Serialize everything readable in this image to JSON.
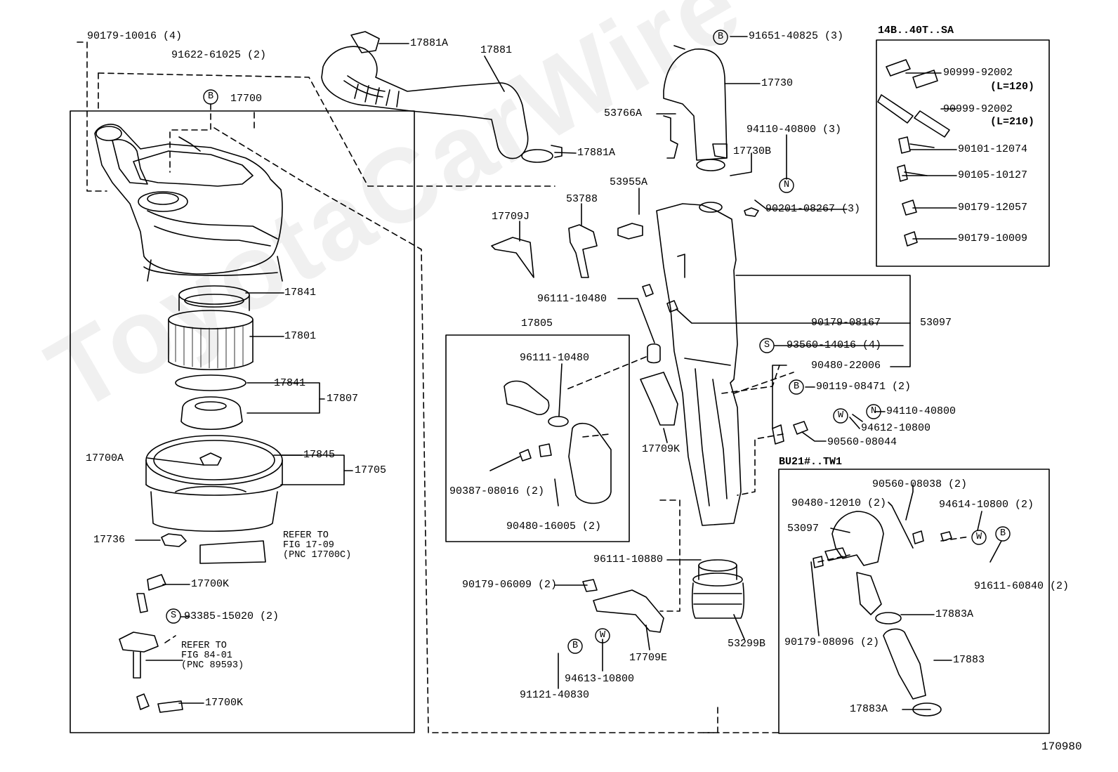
{
  "diagram_id": "170980",
  "watermark": "ToyotaCarWire",
  "boxes": {
    "variant_a": "14B..40T..SA",
    "variant_b": "BU21#..TW1"
  },
  "labels": {
    "p90179_10016": "90179-10016 (4)",
    "p91622_61025": "91622-61025 (2)",
    "p17700": "17700",
    "p17881A_top": "17881A",
    "p17881": "17881",
    "p17881A_bot": "17881A",
    "p91651_40825": "91651-40825 (3)",
    "p17730": "17730",
    "p53766A": "53766A",
    "p94110_40800_3": "94110-40800 (3)",
    "p17730B": "17730B",
    "p90201_08267": "90201-08267 (3)",
    "p53955A": "53955A",
    "p53788": "53788",
    "p17709J": "17709J",
    "p96111_10480_a": "96111-10480",
    "p90179_08167": "90179-08167",
    "p53097_a": "53097",
    "p93560_14016": "93560-14016 (4)",
    "p90480_22006": "90480-22006",
    "p90119_08471": "90119-08471 (2)",
    "p94110_40800": "94110-40800",
    "p94612_10800": "94612-10800",
    "p90560_08044": "90560-08044",
    "p17805": "17805",
    "p96111_10480_b": "96111-10480",
    "p17709K": "17709K",
    "p90387_08016": "90387-08016 (2)",
    "p90480_16005": "90480-16005 (2)",
    "p17841_a": "17841",
    "p17801": "17801",
    "p17841_b": "17841",
    "p17807": "17807",
    "p17845": "17845",
    "p17700A": "17700A",
    "p17705": "17705",
    "p17736": "17736",
    "refer_1": "REFER TO\nFIG 17-09\n(PNC 17700C)",
    "p17700K_a": "17700K",
    "p93385_15020": "93385-15020 (2)",
    "refer_2": "REFER TO\nFIG 84-01\n(PNC 89593)",
    "p17700K_b": "17700K",
    "p96111_10880": "96111-10880",
    "p90179_06009": "90179-06009 (2)",
    "p17709E": "17709E",
    "p94613_10800": "94613-10800",
    "p91121_40830": "91121-40830",
    "p53299B": "53299B",
    "p90999_92002_a": "90999-92002",
    "l120": "(L=120)",
    "p90999_92002_b": "90999-92002",
    "l210": "(L=210)",
    "p90101_12074": "90101-12074",
    "p90105_10127": "90105-10127",
    "p90179_12057": "90179-12057",
    "p90179_10009": "90179-10009",
    "p90560_08038": "90560-08038 (2)",
    "p90480_12010": "90480-12010 (2)",
    "p94614_10800": "94614-10800 (2)",
    "p53097_b": "53097",
    "p91611_60840": "91611-60840 (2)",
    "p17883A_a": "17883A",
    "p90179_08096": "90179-08096 (2)",
    "p17883": "17883",
    "p17883A_b": "17883A"
  },
  "markers": {
    "b": "B",
    "s": "S",
    "n": "N",
    "w": "W"
  }
}
